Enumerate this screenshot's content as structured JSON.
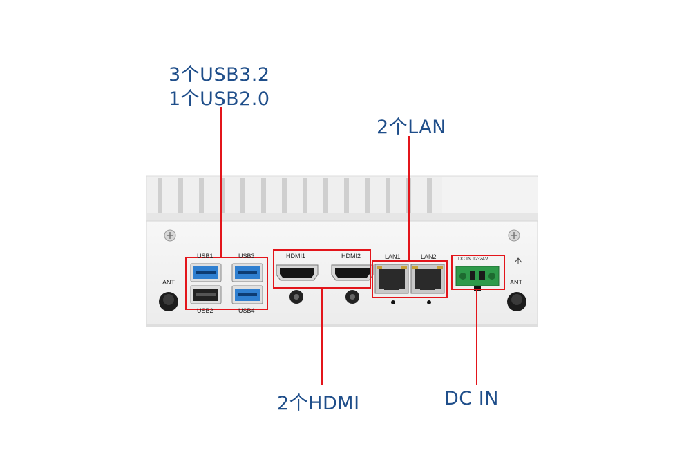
{
  "callouts": {
    "usb_line1": "3个USB3.2",
    "usb_line2": "1个USB2.0",
    "lan": "2个LAN",
    "hdmi": "2个HDMI",
    "dc_in": "DC IN"
  },
  "panel_labels": {
    "usb1": "USB1",
    "usb3": "USB3",
    "usb2": "USB2",
    "usb4": "USB4",
    "hdmi1": "HDMI1",
    "hdmi2": "HDMI2",
    "lan1": "LAN1",
    "lan2": "LAN2",
    "dc_in": "DC IN 12-24V",
    "ant_left": "ANT",
    "ant_right": "ANT"
  },
  "colors": {
    "callout_text": "#1f4e8a",
    "highlight": "#e3151b",
    "usb3_port": "#2f7fd0",
    "usb2_port": "#222222",
    "dc_terminal": "#2e9a4a",
    "chassis": "#f2f2f2"
  }
}
